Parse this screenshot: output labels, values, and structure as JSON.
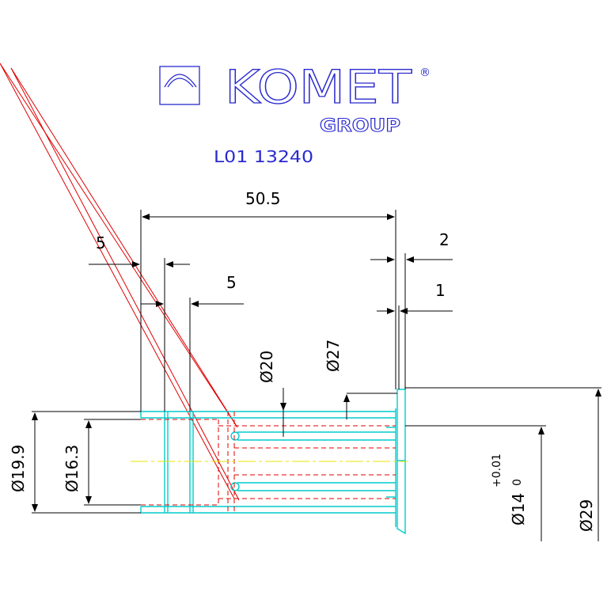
{
  "logo": {
    "brand": "KOMET",
    "registered": "®",
    "group": "GROUP"
  },
  "part_number": "L01  13240",
  "dimensions": {
    "overall_length": "50.5",
    "length_left_1": "5",
    "length_left_2": "5",
    "flange_thickness": "2",
    "flange_step": "1",
    "dia_20": "Ø20",
    "dia_27": "Ø27",
    "dia_19_9": "Ø19.9",
    "dia_16_3": "Ø16.3",
    "dia_14_prefix": "Ø14",
    "dia_14_tol_upper": "+0.01",
    "dia_14_tol_lower": "0",
    "dia_29": "Ø29"
  },
  "colors": {
    "outline": "#00cccc",
    "hidden": "#e00000",
    "center": "#e6e600",
    "dimension": "#000000",
    "logo": "#2a2ad0",
    "leader": "#e00000"
  }
}
